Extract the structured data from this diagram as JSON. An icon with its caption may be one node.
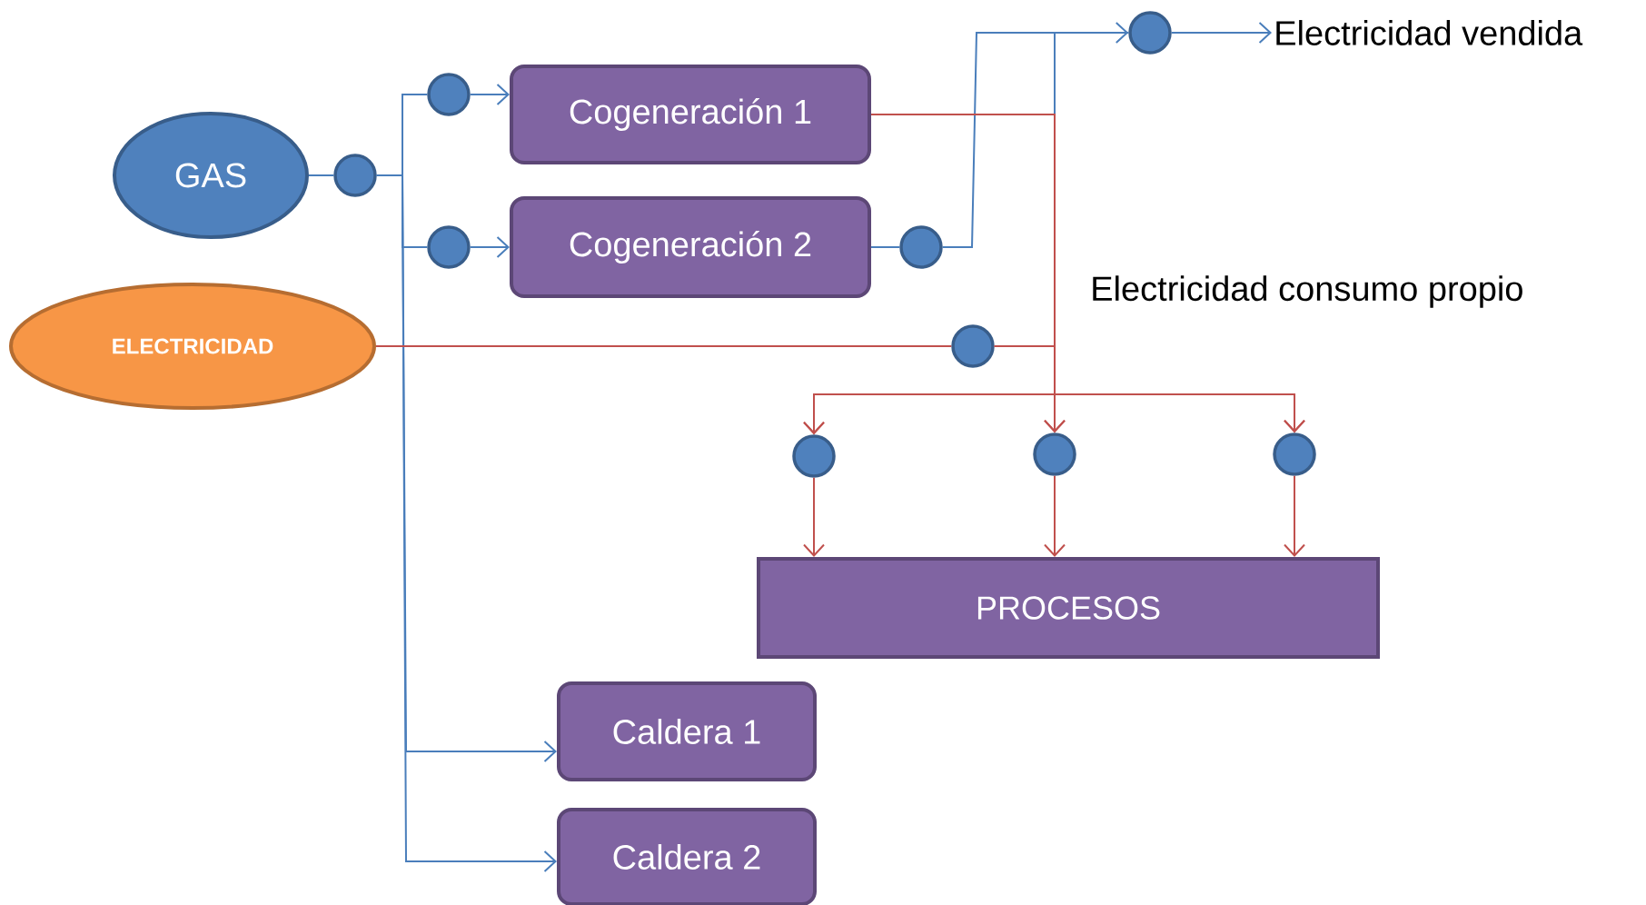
{
  "diagram": {
    "nodes": [
      {
        "text": [
          "GAS"
        ]
      },
      {
        "text": [],
        "shape": "circle"
      },
      {
        "text": [],
        "shape": "circle"
      },
      {
        "text": [
          "Cogeneración 1"
        ]
      },
      {
        "text": [],
        "shape": "circle"
      },
      {
        "text": [
          "Cogeneración 2"
        ]
      },
      {
        "text": [],
        "shape": "circle"
      },
      {
        "text": [],
        "shape": "circle"
      },
      {
        "text": [
          "Electricidad vendida"
        ]
      },
      {
        "text": [
          "ELECTRICIDAD"
        ]
      },
      {
        "text": [],
        "shape": "circle"
      },
      {
        "text": [],
        "shape": "circle"
      },
      {
        "text": [],
        "shape": "circle"
      },
      {
        "text": [],
        "shape": "circle"
      },
      {
        "text": [
          "PROCESOS"
        ]
      },
      {
        "text": [
          "Caldera 1"
        ]
      },
      {
        "text": [
          "Caldera 2"
        ]
      }
    ],
    "edges": [
      {
        "from": 0,
        "to": 1,
        "arrow": "none"
      },
      {
        "from": 1,
        "to": 2,
        "arrow": "none"
      },
      {
        "from": 2,
        "to": 3,
        "arrow": "to"
      },
      {
        "from": 1,
        "to": 4,
        "arrow": "none"
      },
      {
        "from": 4,
        "to": 5,
        "arrow": "to"
      },
      {
        "from": 1,
        "to": 15,
        "arrow": "to"
      },
      {
        "from": 1,
        "to": 16,
        "arrow": "to"
      },
      {
        "from": 3,
        "to": 7,
        "arrow": "to"
      },
      {
        "from": 5,
        "to": 6,
        "arrow": "none"
      },
      {
        "from": 6,
        "to": 7,
        "arrow": "none"
      },
      {
        "from": 7,
        "to": 8,
        "arrow": "to"
      },
      {
        "from": 9,
        "to": 10,
        "arrow": "none",
        "color": "#c0504d"
      },
      {
        "from": 10,
        "to": 11,
        "arrow": "to",
        "color": "#c0504d"
      },
      {
        "from": 10,
        "to": 12,
        "arrow": "to",
        "color": "#c0504d"
      },
      {
        "from": 10,
        "to": 13,
        "arrow": "to",
        "color": "#c0504d"
      },
      {
        "from": 3,
        "to": 11,
        "arrow": "to",
        "color": "#c0504d"
      },
      {
        "from": 3,
        "to": 12,
        "arrow": "to",
        "color": "#c0504d"
      },
      {
        "from": 3,
        "to": 13,
        "arrow": "to",
        "color": "#c0504d"
      },
      {
        "from": 11,
        "to": 14,
        "arrow": "to",
        "color": "#c0504d"
      },
      {
        "from": 12,
        "to": 14,
        "arrow": "to",
        "color": "#c0504d"
      },
      {
        "from": 13,
        "to": 14,
        "arrow": "to",
        "color": "#c0504d"
      }
    ],
    "labels": [
      "Electricidad consumo propio"
    ]
  }
}
